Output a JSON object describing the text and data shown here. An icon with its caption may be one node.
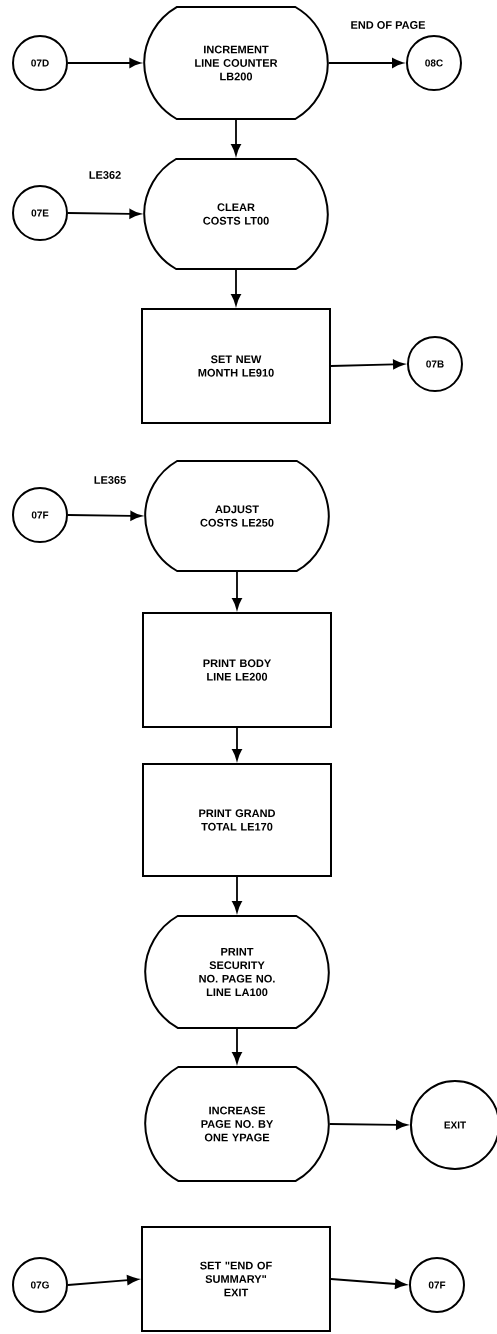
{
  "diagram": {
    "nodes": [
      {
        "text": [
          "07D"
        ]
      },
      {
        "text": [
          "INCREMENT LINE COUNTER LB200"
        ]
      },
      {
        "text": [
          "08C"
        ]
      },
      {
        "text": [
          "07E"
        ]
      },
      {
        "text": [
          "CLEAR COSTS LT00"
        ],
        "beside": [
          "LE362"
        ]
      },
      {
        "text": [
          "SET NEW MONTH LE910"
        ]
      },
      {
        "text": [
          "07B"
        ]
      },
      {
        "text": [
          "07F"
        ]
      },
      {
        "text": [
          "ADJUST COSTS LE250"
        ],
        "beside": [
          "LE365"
        ]
      },
      {
        "text": [
          "PRINT BODY LINE LE200"
        ]
      },
      {
        "text": [
          "PRINT GRAND TOTAL LE170"
        ]
      },
      {
        "text": [
          "PRINT SECURITY NO. PAGE NO. LINE LA100"
        ]
      },
      {
        "text": [
          "INCREASE PAGE NO. BY ONE YPAGE"
        ]
      },
      {
        "text": [
          "EXIT"
        ]
      },
      {
        "text": [
          "07G"
        ]
      },
      {
        "text": [
          "SET \"END OF SUMMARY\" EXIT"
        ]
      },
      {
        "text": [
          "07F"
        ]
      }
    ],
    "edges": [
      {
        "from": 0,
        "to": 1,
        "arrow": "to"
      },
      {
        "from": 1,
        "to": 2,
        "arrow": "to",
        "label": "END OF PAGE"
      },
      {
        "from": 1,
        "to": 4,
        "arrow": "to"
      },
      {
        "from": 3,
        "to": 4,
        "arrow": "to"
      },
      {
        "from": 4,
        "to": 5,
        "arrow": "to"
      },
      {
        "from": 5,
        "to": 6,
        "arrow": "to"
      },
      {
        "from": 7,
        "to": 8,
        "arrow": "to"
      },
      {
        "from": 8,
        "to": 9,
        "arrow": "to"
      },
      {
        "from": 9,
        "to": 10,
        "arrow": "to"
      },
      {
        "from": 10,
        "to": 11,
        "arrow": "to"
      },
      {
        "from": 11,
        "to": 12,
        "arrow": "to"
      },
      {
        "from": 12,
        "to": 13,
        "arrow": "to"
      },
      {
        "from": 14,
        "to": 15,
        "arrow": "to"
      },
      {
        "from": 15,
        "to": 16,
        "arrow": "to"
      }
    ]
  }
}
